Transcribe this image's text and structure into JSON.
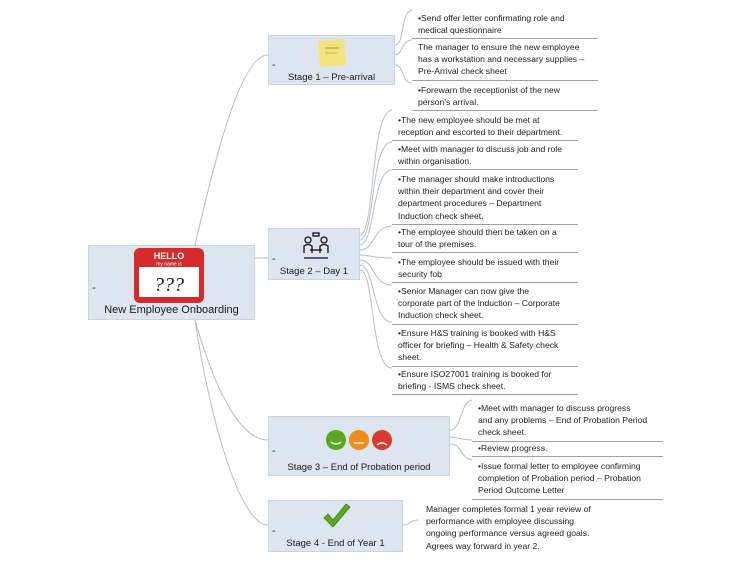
{
  "root": {
    "label": "New Employee Onboarding",
    "badge_line1": "HELLO",
    "badge_line2": "my name is",
    "badge_name": "???"
  },
  "stages": [
    {
      "label": "Stage 1 – Pre-arrival",
      "icon": "sticky-note-icon",
      "items": [
        "•Send offer letter confirmating role and\nmedical questionnaire",
        "The manager to ensure the new employee\nhas a workstation and necessary supplies –\nPre-Arrival check sheet",
        "•Forewarn the receptionist of the new\nperson’s arrival."
      ]
    },
    {
      "label": "Stage 2 – Day 1",
      "icon": "meeting-people-icon",
      "items": [
        "•The new employee should be met at\nreception and escorted to their department.",
        "•Meet with manager to discuss job and role\nwithin organisation.",
        "•The manager should make introductions\nwithin their department and cover their\ndepartment procedures – Department\nInduction check sheet.",
        "•The employee should then be taken on a\ntour of the premises.",
        "•The employee should be issued with their\nsecurity fob",
        "•Senior Manager can now give the\ncorporate part of the induction – Corporate\nInduction check sheet.",
        "•Ensure H&S training is booked with H&S\nofficer for briefing – Health & Safety check\nsheet.",
        "•Ensure ISO27001 training is booked for\nbriefing - ISMS check sheet."
      ]
    },
    {
      "label": "Stage 3 – End of Probation period",
      "icon": "traffic-light-faces-icon",
      "items": [
        "•Meet with manager to discuss progress\nand any problems – End of Probation Period\ncheck sheet.",
        "•Review progress.",
        "•Issue formal letter to employee confirming\ncompletion of Probation period – Probation\nPeriod Outcome Letter"
      ]
    },
    {
      "label": "Stage 4 - End of Year 1",
      "icon": "checkmark-icon",
      "items": [
        "Manager completes formal 1 year review of\nperformance with employee discussing\nongoing performance versus agreed goals.\nAgrees way forward in year 2."
      ]
    }
  ],
  "colors": {
    "node_fill": "#dde6f0",
    "connector": "#b7bec6",
    "check_green": "#5aa81e",
    "badge_red": "#d42a2a"
  }
}
